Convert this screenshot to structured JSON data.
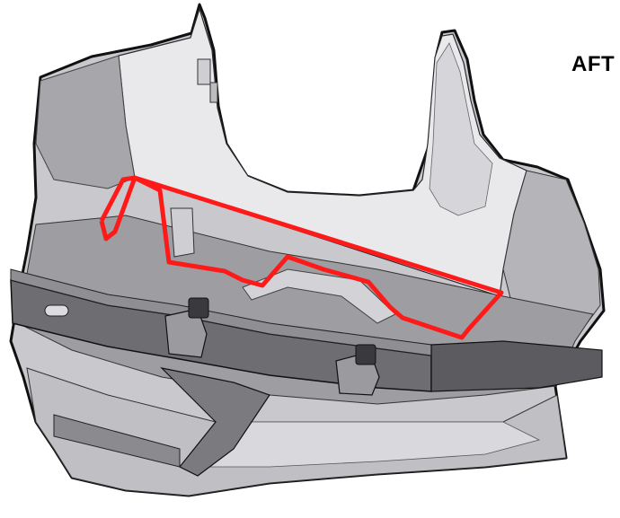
{
  "callout": {
    "text": "AFT"
  },
  "colors": {
    "highlight": "#ff1a1a",
    "outline": "#111111",
    "panel_light": "#e9e9ec",
    "panel_mid": "#b9b9be",
    "panel_dark": "#6e6e72",
    "frame_dark": "#4a4a4e"
  },
  "parts": [
    "vehicle-body-cutaway",
    "rear-quarter-inner-panel",
    "floor-crossmember",
    "frame-rail",
    "mount-bracket-left",
    "mount-bracket-right",
    "underbody-floor",
    "highlighted-bracket-outline"
  ]
}
